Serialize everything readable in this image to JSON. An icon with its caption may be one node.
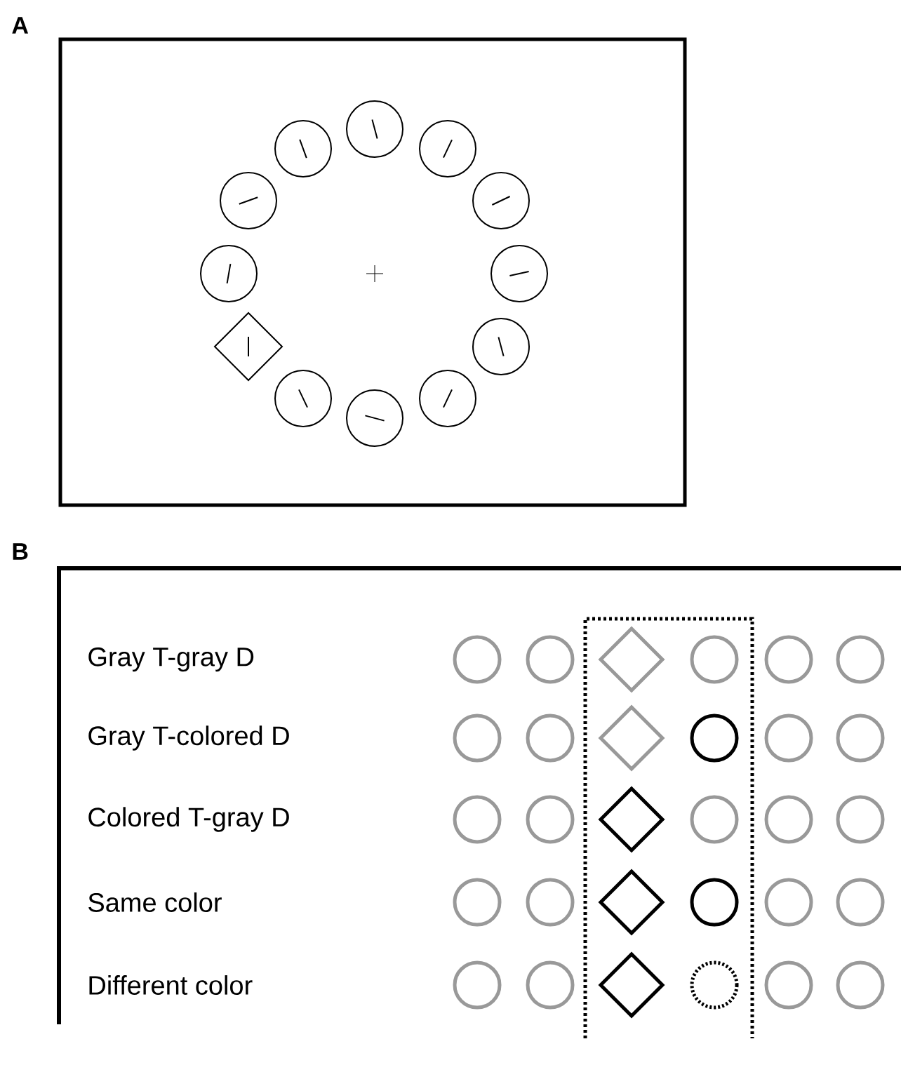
{
  "diagram": {
    "labels": [
      "A",
      "B",
      "Gray T-gray D",
      "Gray T-colored D",
      "Colored T-gray D",
      "Same color",
      "Different color"
    ]
  }
}
